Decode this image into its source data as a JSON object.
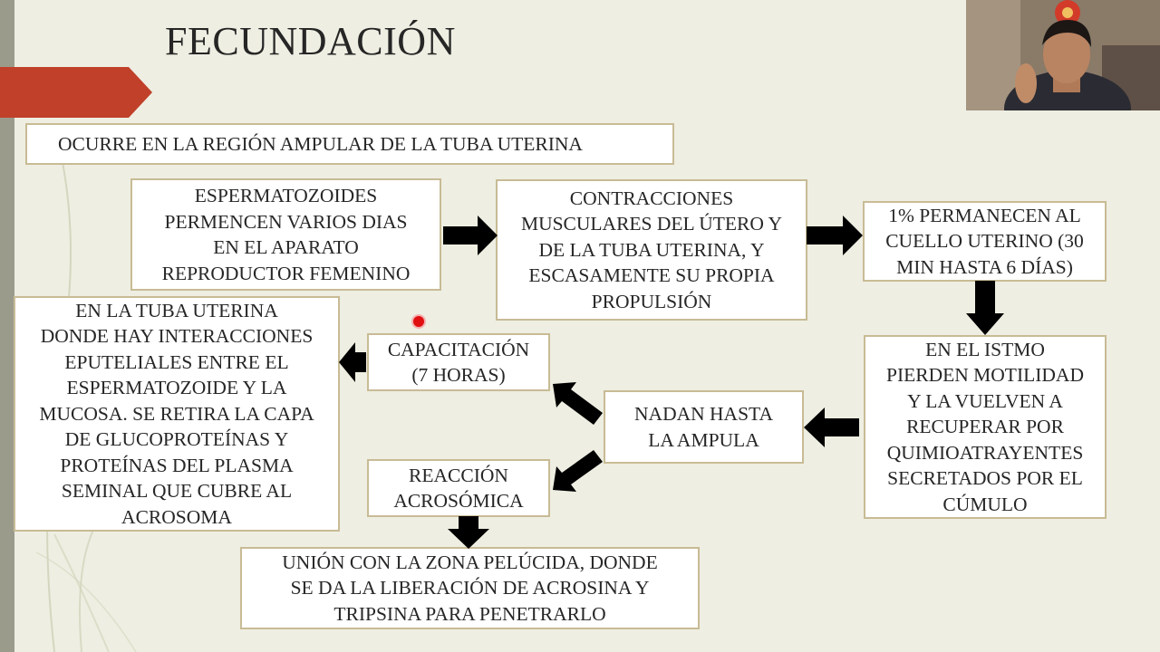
{
  "slide": {
    "title": "FECUNDACIÓN",
    "colors": {
      "background": "#eeeee2",
      "banner": "#c0402a",
      "box_border": "#c8bb95",
      "arrow": "#000000"
    }
  },
  "boxes": {
    "region": "OCURRE EN LA REGIÓN AMPULAR DE LA TUBA UTERINA",
    "spermatozoa": "ESPERMATOZOIDES\nPERMENCEN VARIOS DIAS\nEN EL APARATO\nREPRODUCTOR FEMENINO",
    "contractions": "CONTRACCIONES\nMUSCULARES DEL ÚTERO Y\nDE LA TUBA UTERINA, Y\nESCASAMENTE SU PROPIA\nPROPULSIÓN",
    "one_percent": "1% PERMANECEN AL\nCUELLO UTERINO (30\nMIN HASTA 6 DÍAS)",
    "isthmus": "EN EL ISTMO\nPIERDEN MOTILIDAD\nY LA VUELVEN A\nRECUPERAR POR\nQUIMIOATRAYENTES\nSECRETADOS POR EL\nCÚMULO",
    "swim": "NADAN HASTA\nLA AMPULA",
    "capacitation": "CAPACITACIÓN\n(7 HORAS)",
    "tube": "EN LA TUBA UTERINA\nDONDE HAY INTERACCIONES\nEPUTELIALES ENTRE EL\nESPERMATOZOIDE Y LA\nMUCOSA. SE RETIRA LA CAPA\nDE GLUCOPROTEÍNAS Y\nPROTEÍNAS DEL PLASMA\nSEMINAL QUE CUBRE AL\nACROSOMA",
    "acrosome": "REACCIÓN\nACROSÓMICA",
    "zona": "UNIÓN CON LA ZONA PELÚCIDA, DONDE\nSE DA LA LIBERACIÓN DE ACROSINA Y\nTRIPSINA PARA PENETRARLO"
  },
  "icons": {
    "arrow": "arrow-icon",
    "pointer": "laser-pointer-icon",
    "webcam": "webcam-thumbnail"
  }
}
